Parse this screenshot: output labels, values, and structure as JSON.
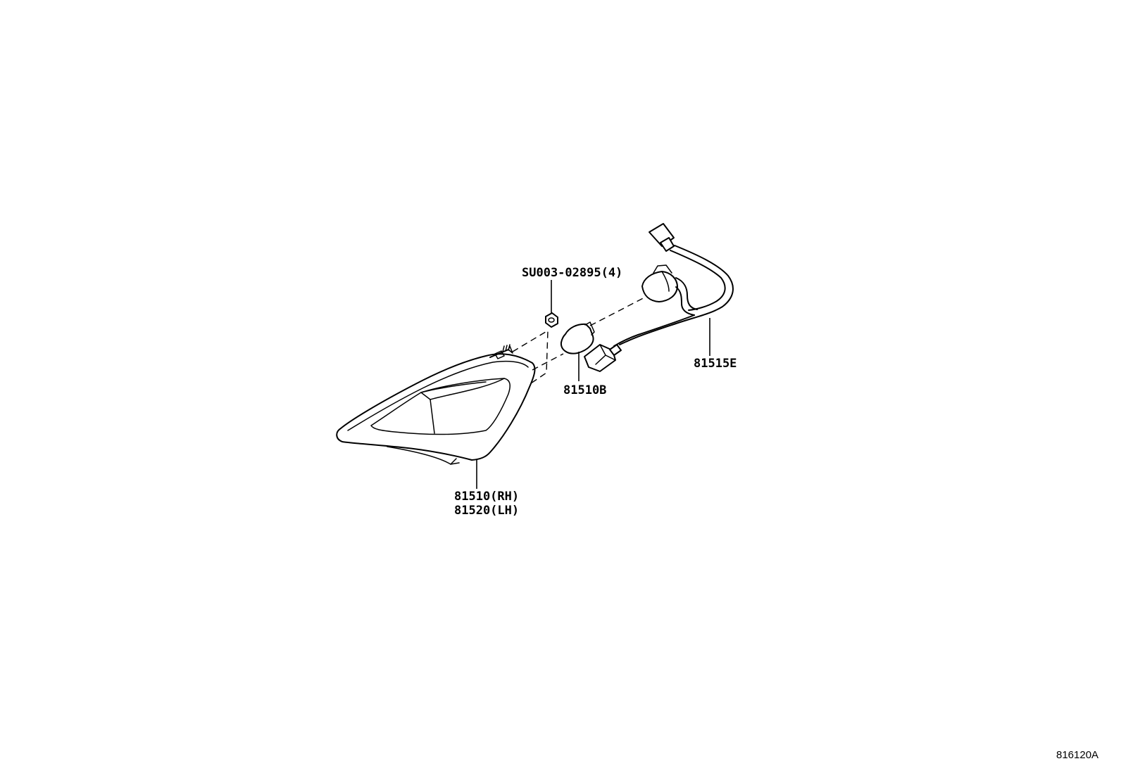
{
  "diagram": {
    "parts": {
      "nut": "SU003-02895(4)",
      "bulb": "81510B",
      "socket_wire": "81515E",
      "lamp_rh": "81510(RH)",
      "lamp_lh": "81520(LH)"
    },
    "diagram_id": "816120A"
  }
}
